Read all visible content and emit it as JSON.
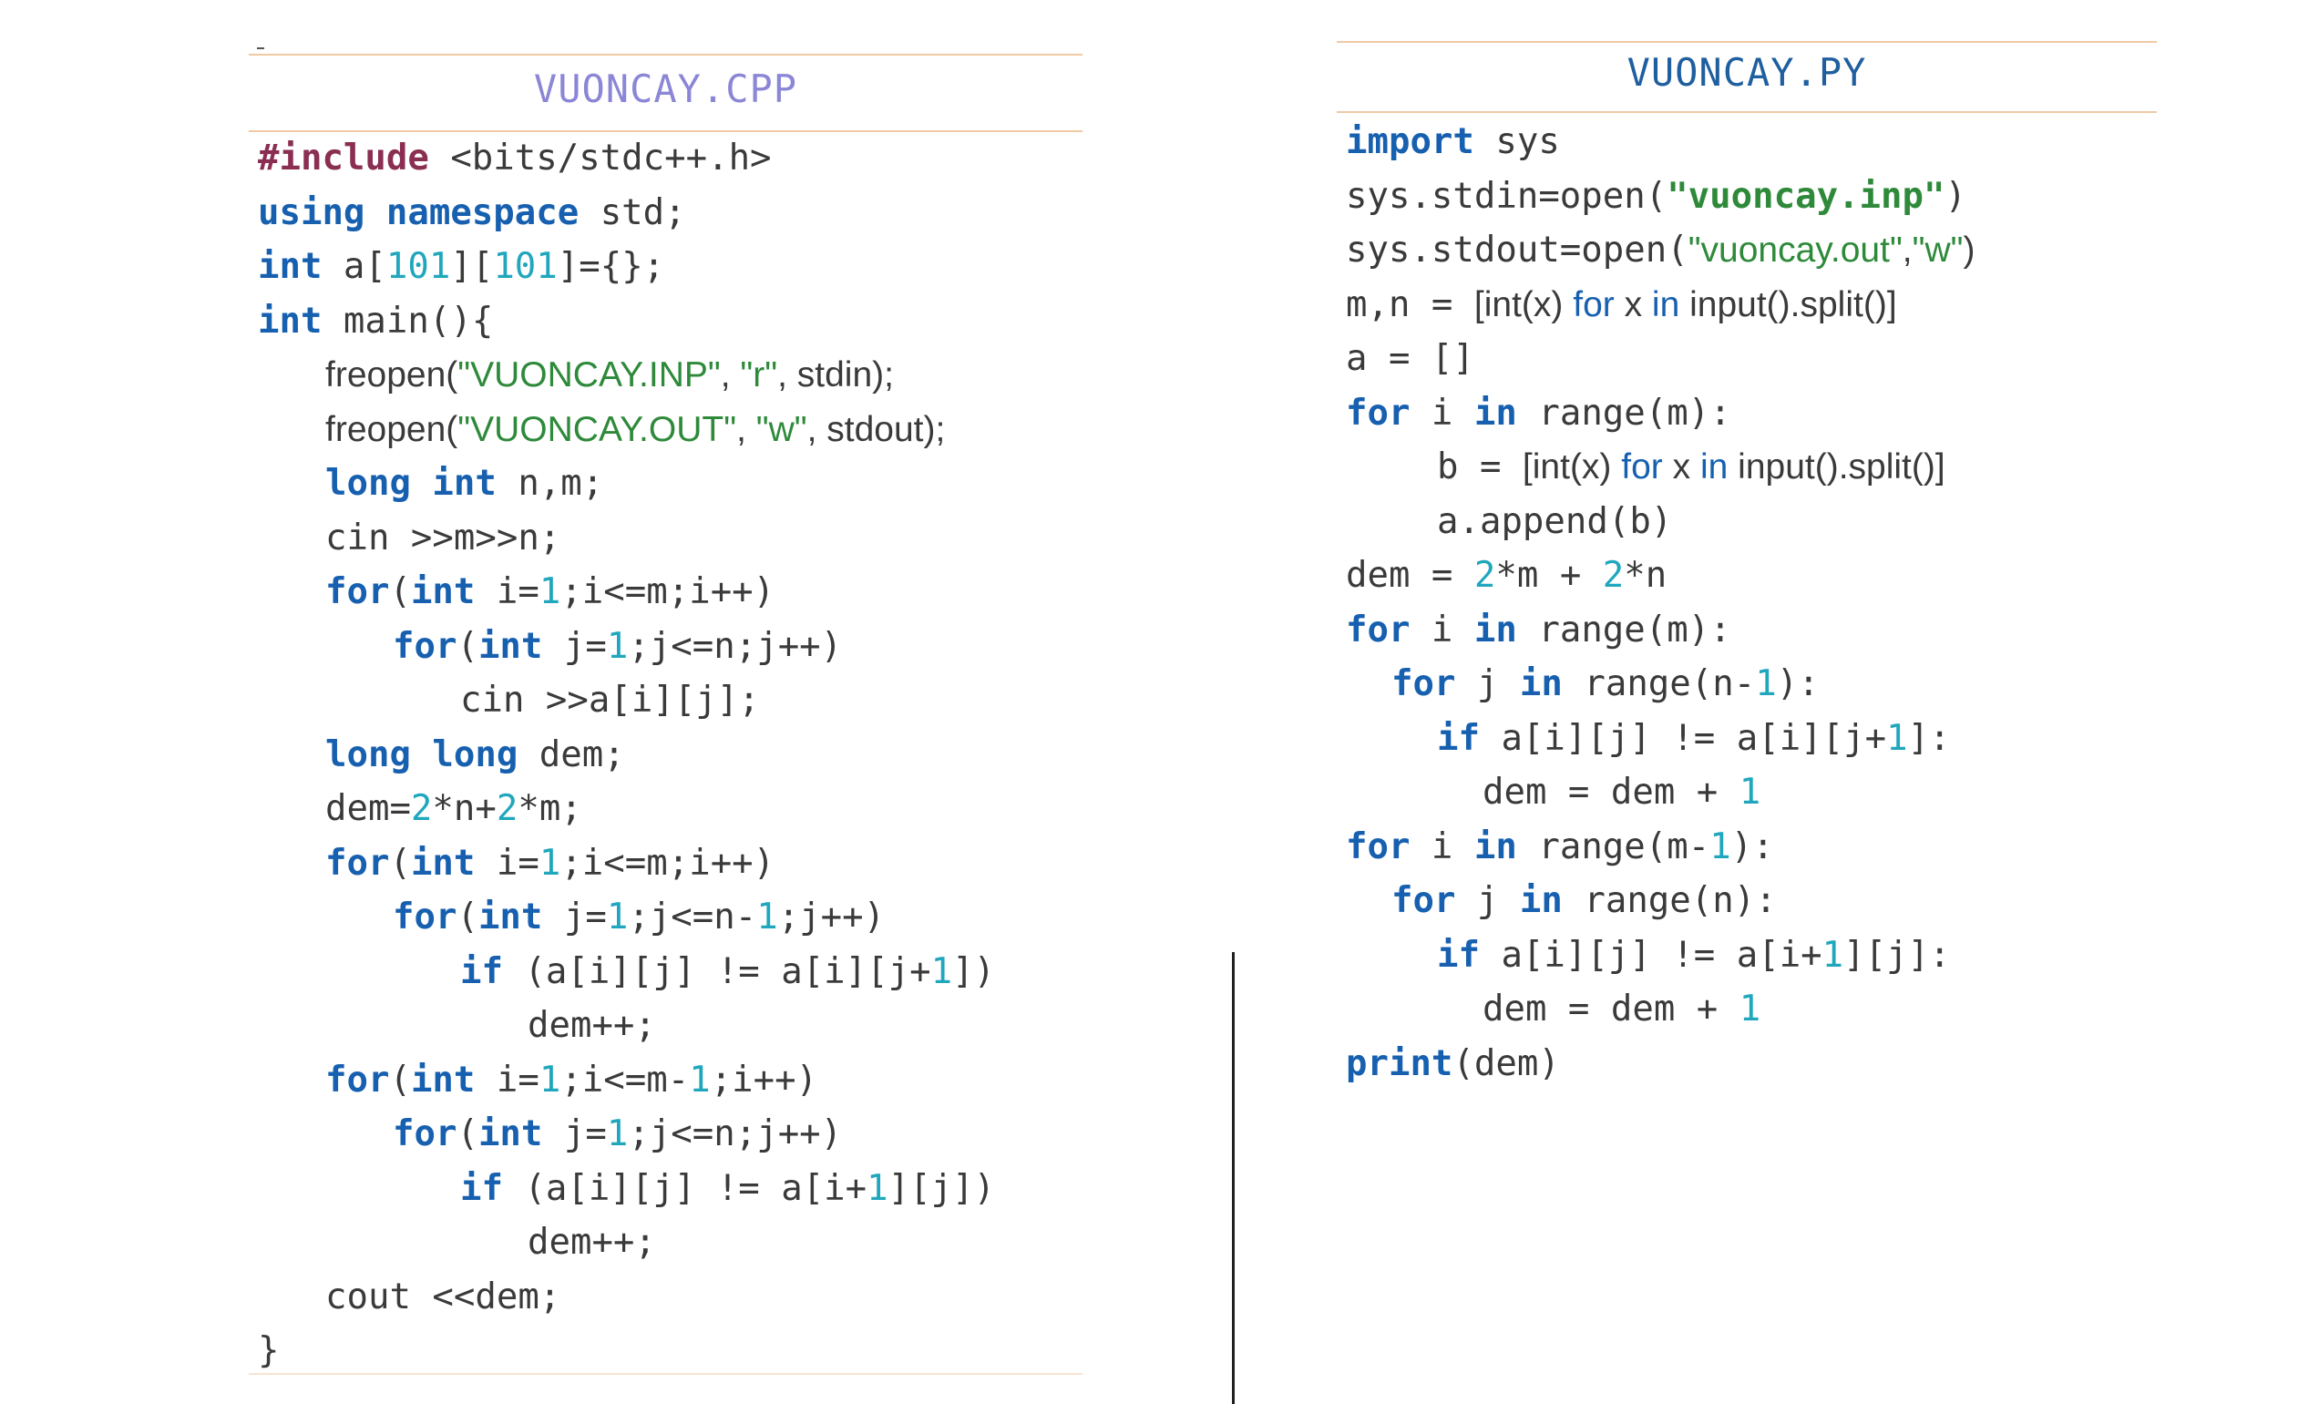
{
  "cpp": {
    "title": "VUONCAY.CPP",
    "lines": [
      {
        "indent": 0,
        "tokens": [
          {
            "t": "#include",
            "c": "pp"
          },
          {
            "t": " <bits/stdc++.h>",
            "c": "i"
          }
        ]
      },
      {
        "indent": 0,
        "tokens": [
          {
            "t": "using",
            "c": "k"
          },
          {
            "t": " ",
            "c": "i"
          },
          {
            "t": "namespace",
            "c": "k"
          },
          {
            "t": " std;",
            "c": "i"
          }
        ]
      },
      {
        "indent": 0,
        "tokens": [
          {
            "t": "int",
            "c": "k"
          },
          {
            "t": " a[",
            "c": "i"
          },
          {
            "t": "101",
            "c": "n"
          },
          {
            "t": "][",
            "c": "i"
          },
          {
            "t": "101",
            "c": "n"
          },
          {
            "t": "]={};",
            "c": "i"
          }
        ]
      },
      {
        "indent": 0,
        "tokens": [
          {
            "t": "int",
            "c": "k"
          },
          {
            "t": " main(){",
            "c": "i"
          }
        ]
      },
      {
        "indent": 1,
        "tokens": [
          {
            "t": "freopen(",
            "c": "prose"
          },
          {
            "t": "\"VUONCAY.INP\"",
            "c": "prose-s"
          },
          {
            "t": ", ",
            "c": "prose"
          },
          {
            "t": "\"r\"",
            "c": "prose-s"
          },
          {
            "t": ", stdin);",
            "c": "prose"
          }
        ]
      },
      {
        "indent": 1,
        "tokens": [
          {
            "t": "freopen(",
            "c": "prose"
          },
          {
            "t": "\"VUONCAY.OUT\"",
            "c": "prose-s"
          },
          {
            "t": ", ",
            "c": "prose"
          },
          {
            "t": "\"w\"",
            "c": "prose-s"
          },
          {
            "t": ", stdout);",
            "c": "prose"
          }
        ]
      },
      {
        "indent": 1,
        "tokens": [
          {
            "t": "long",
            "c": "k"
          },
          {
            "t": " ",
            "c": "i"
          },
          {
            "t": "int",
            "c": "k"
          },
          {
            "t": " n,m;",
            "c": "i"
          }
        ]
      },
      {
        "indent": 1,
        "tokens": [
          {
            "t": "cin >>m>>n;",
            "c": "i"
          }
        ]
      },
      {
        "indent": 1,
        "tokens": [
          {
            "t": "for",
            "c": "k"
          },
          {
            "t": "(",
            "c": "i"
          },
          {
            "t": "int",
            "c": "k"
          },
          {
            "t": " i=",
            "c": "i"
          },
          {
            "t": "1",
            "c": "n"
          },
          {
            "t": ";i<=m;i++)",
            "c": "i"
          }
        ]
      },
      {
        "indent": 2,
        "tokens": [
          {
            "t": "for",
            "c": "k"
          },
          {
            "t": "(",
            "c": "i"
          },
          {
            "t": "int",
            "c": "k"
          },
          {
            "t": " j=",
            "c": "i"
          },
          {
            "t": "1",
            "c": "n"
          },
          {
            "t": ";j<=n;j++)",
            "c": "i"
          }
        ]
      },
      {
        "indent": 3,
        "tokens": [
          {
            "t": "cin >>a[i][j];",
            "c": "i"
          }
        ]
      },
      {
        "indent": 1,
        "tokens": [
          {
            "t": "long",
            "c": "k"
          },
          {
            "t": " ",
            "c": "i"
          },
          {
            "t": "long",
            "c": "k"
          },
          {
            "t": " dem;",
            "c": "i"
          }
        ]
      },
      {
        "indent": 1,
        "tokens": [
          {
            "t": "dem=",
            "c": "i"
          },
          {
            "t": "2",
            "c": "n"
          },
          {
            "t": "*n+",
            "c": "i"
          },
          {
            "t": "2",
            "c": "n"
          },
          {
            "t": "*m;",
            "c": "i"
          }
        ]
      },
      {
        "indent": 1,
        "tokens": [
          {
            "t": "for",
            "c": "k"
          },
          {
            "t": "(",
            "c": "i"
          },
          {
            "t": "int",
            "c": "k"
          },
          {
            "t": " i=",
            "c": "i"
          },
          {
            "t": "1",
            "c": "n"
          },
          {
            "t": ";i<=m;i++)",
            "c": "i"
          }
        ]
      },
      {
        "indent": 2,
        "tokens": [
          {
            "t": "for",
            "c": "k"
          },
          {
            "t": "(",
            "c": "i"
          },
          {
            "t": "int",
            "c": "k"
          },
          {
            "t": " j=",
            "c": "i"
          },
          {
            "t": "1",
            "c": "n"
          },
          {
            "t": ";j<=n-",
            "c": "i"
          },
          {
            "t": "1",
            "c": "n"
          },
          {
            "t": ";j++)",
            "c": "i"
          }
        ]
      },
      {
        "indent": 3,
        "tokens": [
          {
            "t": "if",
            "c": "k"
          },
          {
            "t": " (a[i][j] != a[i][j+",
            "c": "i"
          },
          {
            "t": "1",
            "c": "n"
          },
          {
            "t": "])",
            "c": "i"
          }
        ]
      },
      {
        "indent": 4,
        "tokens": [
          {
            "t": "dem++;",
            "c": "i"
          }
        ]
      },
      {
        "indent": 1,
        "tokens": [
          {
            "t": "for",
            "c": "k"
          },
          {
            "t": "(",
            "c": "i"
          },
          {
            "t": "int",
            "c": "k"
          },
          {
            "t": " i=",
            "c": "i"
          },
          {
            "t": "1",
            "c": "n"
          },
          {
            "t": ";i<=m-",
            "c": "i"
          },
          {
            "t": "1",
            "c": "n"
          },
          {
            "t": ";i++)",
            "c": "i"
          }
        ]
      },
      {
        "indent": 2,
        "tokens": [
          {
            "t": "for",
            "c": "k"
          },
          {
            "t": "(",
            "c": "i"
          },
          {
            "t": "int",
            "c": "k"
          },
          {
            "t": " j=",
            "c": "i"
          },
          {
            "t": "1",
            "c": "n"
          },
          {
            "t": ";j<=n;j++)",
            "c": "i"
          }
        ]
      },
      {
        "indent": 3,
        "tokens": [
          {
            "t": "if",
            "c": "k"
          },
          {
            "t": " (a[i][j] != a[i+",
            "c": "i"
          },
          {
            "t": "1",
            "c": "n"
          },
          {
            "t": "][j])",
            "c": "i"
          }
        ]
      },
      {
        "indent": 4,
        "tokens": [
          {
            "t": "dem++;",
            "c": "i"
          }
        ]
      },
      {
        "indent": 1,
        "tokens": [
          {
            "t": "cout <<dem;",
            "c": "i"
          }
        ]
      },
      {
        "indent": 0,
        "tokens": [
          {
            "t": "}",
            "c": "i"
          }
        ]
      }
    ]
  },
  "py": {
    "title": "VUONCAY.PY",
    "lines": [
      {
        "indent": 0,
        "tokens": [
          {
            "t": "import",
            "c": "k"
          },
          {
            "t": " sys",
            "c": "i"
          }
        ]
      },
      {
        "indent": 0,
        "tokens": [
          {
            "t": "sys.stdin=open(",
            "c": "i"
          },
          {
            "t": "\"vuoncay.inp\"",
            "c": "sb"
          },
          {
            "t": ")",
            "c": "i"
          }
        ]
      },
      {
        "indent": 0,
        "tokens": [
          {
            "t": "sys.stdout=open(",
            "c": "i"
          },
          {
            "t": "\"vuoncay.out\"",
            "c": "prose-s"
          },
          {
            "t": ",",
            "c": "prose"
          },
          {
            "t": "\"w\"",
            "c": "prose-s"
          },
          {
            "t": ")",
            "c": "prose"
          }
        ]
      },
      {
        "indent": 0,
        "tokens": [
          {
            "t": "m,n = ",
            "c": "i"
          },
          {
            "t": "[int(x) ",
            "c": "prose"
          },
          {
            "t": "for",
            "c": "prose-k"
          },
          {
            "t": " x ",
            "c": "prose"
          },
          {
            "t": "in",
            "c": "prose-k"
          },
          {
            "t": " input().split()]",
            "c": "prose"
          }
        ]
      },
      {
        "indent": 0,
        "tokens": [
          {
            "t": "a = []",
            "c": "i"
          }
        ]
      },
      {
        "indent": 0,
        "tokens": [
          {
            "t": "for",
            "c": "k"
          },
          {
            "t": " i ",
            "c": "i"
          },
          {
            "t": "in",
            "c": "k"
          },
          {
            "t": " range(m):",
            "c": "i"
          }
        ]
      },
      {
        "indent": 2,
        "tokens": [
          {
            "t": "b = ",
            "c": "i"
          },
          {
            "t": "[int(x) ",
            "c": "prose"
          },
          {
            "t": "for",
            "c": "prose-k"
          },
          {
            "t": " x ",
            "c": "prose"
          },
          {
            "t": "in",
            "c": "prose-k"
          },
          {
            "t": " input().split()]",
            "c": "prose"
          }
        ]
      },
      {
        "indent": 2,
        "tokens": [
          {
            "t": "a.append(b)",
            "c": "i"
          }
        ]
      },
      {
        "indent": 0,
        "tokens": [
          {
            "t": "dem = ",
            "c": "i"
          },
          {
            "t": "2",
            "c": "n"
          },
          {
            "t": "*m + ",
            "c": "i"
          },
          {
            "t": "2",
            "c": "n"
          },
          {
            "t": "*n",
            "c": "i"
          }
        ]
      },
      {
        "indent": 0,
        "tokens": [
          {
            "t": "for",
            "c": "k"
          },
          {
            "t": " i ",
            "c": "i"
          },
          {
            "t": "in",
            "c": "k"
          },
          {
            "t": " range(m):",
            "c": "i"
          }
        ]
      },
      {
        "indent": 1,
        "tokens": [
          {
            "t": "for",
            "c": "k"
          },
          {
            "t": " j ",
            "c": "i"
          },
          {
            "t": "in",
            "c": "k"
          },
          {
            "t": " range(n-",
            "c": "i"
          },
          {
            "t": "1",
            "c": "n"
          },
          {
            "t": "):",
            "c": "i"
          }
        ]
      },
      {
        "indent": 2,
        "tokens": [
          {
            "t": "if",
            "c": "k"
          },
          {
            "t": " a[i][j] != a[i][j+",
            "c": "i"
          },
          {
            "t": "1",
            "c": "n"
          },
          {
            "t": "]:",
            "c": "i"
          }
        ]
      },
      {
        "indent": 3,
        "tokens": [
          {
            "t": "dem = dem + ",
            "c": "i"
          },
          {
            "t": "1",
            "c": "n"
          }
        ]
      },
      {
        "indent": 0,
        "tokens": [
          {
            "t": "for",
            "c": "k"
          },
          {
            "t": " i ",
            "c": "i"
          },
          {
            "t": "in",
            "c": "k"
          },
          {
            "t": " range(m-",
            "c": "i"
          },
          {
            "t": "1",
            "c": "n"
          },
          {
            "t": "):",
            "c": "i"
          }
        ]
      },
      {
        "indent": 1,
        "tokens": [
          {
            "t": "for",
            "c": "k"
          },
          {
            "t": " j ",
            "c": "i"
          },
          {
            "t": "in",
            "c": "k"
          },
          {
            "t": " range(n):",
            "c": "i"
          }
        ]
      },
      {
        "indent": 2,
        "tokens": [
          {
            "t": "if",
            "c": "k"
          },
          {
            "t": " a[i][j] != a[i+",
            "c": "i"
          },
          {
            "t": "1",
            "c": "n"
          },
          {
            "t": "][j]:",
            "c": "i"
          }
        ]
      },
      {
        "indent": 3,
        "tokens": [
          {
            "t": "dem = dem + ",
            "c": "i"
          },
          {
            "t": "1",
            "c": "n"
          }
        ]
      },
      {
        "indent": 0,
        "tokens": [
          {
            "t": "print",
            "c": "k"
          },
          {
            "t": "(dem)",
            "c": "i"
          }
        ]
      }
    ]
  }
}
